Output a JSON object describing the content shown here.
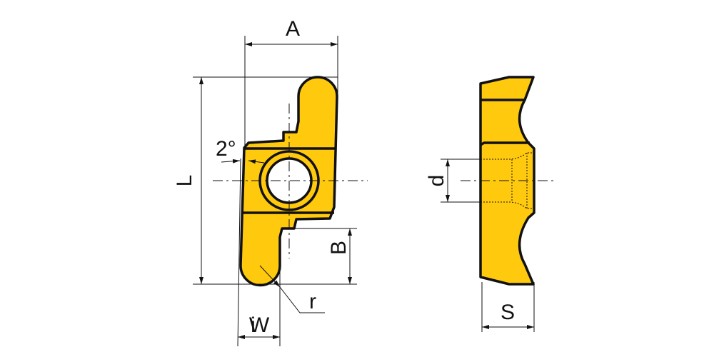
{
  "labels": {
    "A": "A",
    "L": "L",
    "angle": "2°",
    "B": "B",
    "r": "r",
    "iW": "iW",
    "d": "d",
    "S": "S"
  },
  "colors": {
    "insert": "#FFC90E",
    "line": "#111111"
  }
}
